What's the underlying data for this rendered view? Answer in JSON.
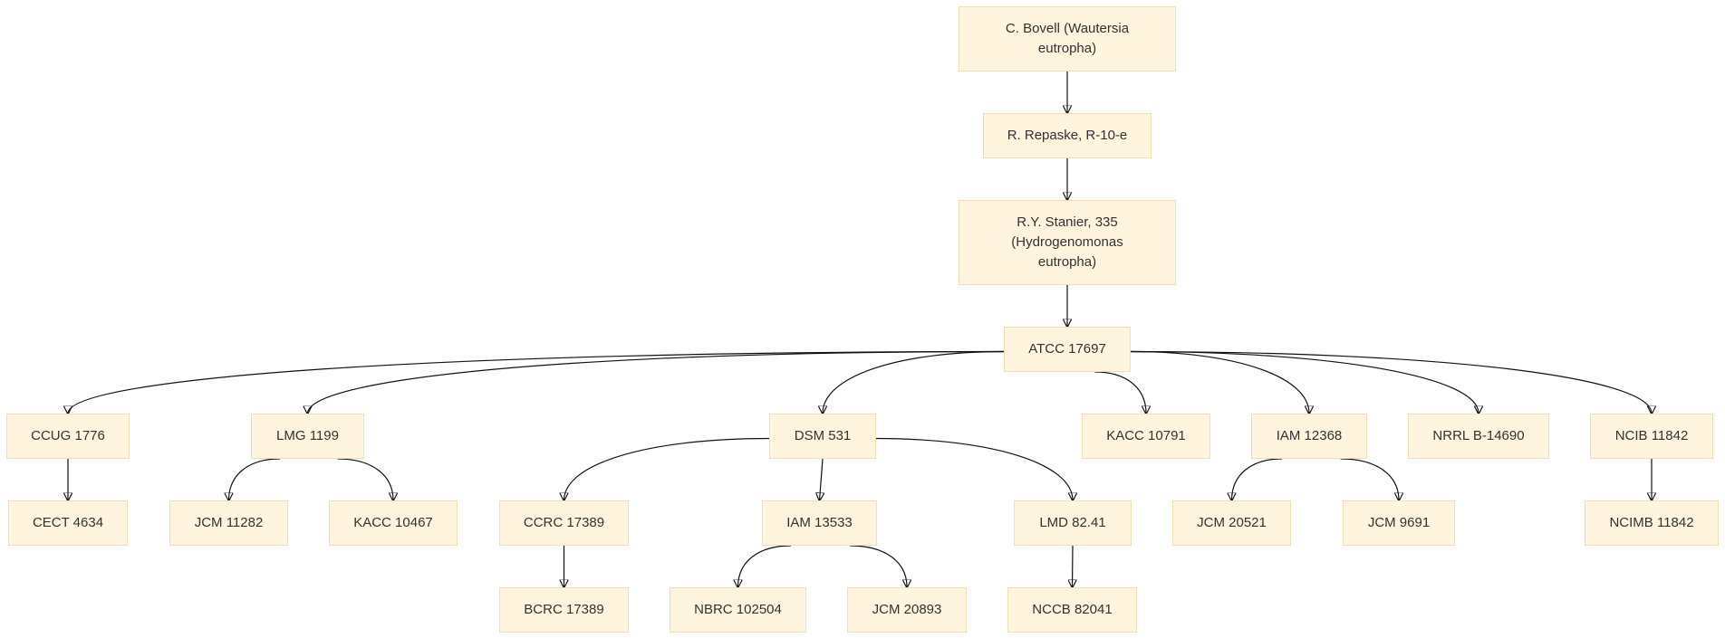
{
  "nodes": {
    "bovell": "C. Bovell (Wautersia eutropha)",
    "repaske": "R. Repaske, R-10-e",
    "stanier": "R.Y. Stanier, 335 (Hydrogenomonas eutropha)",
    "atcc": "ATCC 17697",
    "ccug": "CCUG 1776",
    "lmg": "LMG 1199",
    "dsm": "DSM 531",
    "kacc10791": "KACC 10791",
    "iam12368": "IAM 12368",
    "nrrl": "NRRL B-14690",
    "ncib": "NCIB 11842",
    "cect": "CECT 4634",
    "jcm11282": "JCM 11282",
    "kacc10467": "KACC 10467",
    "ccrc": "CCRC 17389",
    "iam13533": "IAM 13533",
    "lmd": "LMD 82.41",
    "jcm20521": "JCM 20521",
    "jcm9691": "JCM 9691",
    "ncimb": "NCIMB 11842",
    "bcrc": "BCRC 17389",
    "nbrc": "NBRC 102504",
    "jcm20893": "JCM 20893",
    "nccb": "NCCB 82041"
  },
  "edges": [
    [
      "bovell",
      "repaske"
    ],
    [
      "repaske",
      "stanier"
    ],
    [
      "stanier",
      "atcc"
    ],
    [
      "atcc",
      "ccug"
    ],
    [
      "atcc",
      "lmg"
    ],
    [
      "atcc",
      "dsm"
    ],
    [
      "atcc",
      "kacc10791"
    ],
    [
      "atcc",
      "iam12368"
    ],
    [
      "atcc",
      "nrrl"
    ],
    [
      "atcc",
      "ncib"
    ],
    [
      "ccug",
      "cect"
    ],
    [
      "lmg",
      "jcm11282"
    ],
    [
      "lmg",
      "kacc10467"
    ],
    [
      "dsm",
      "ccrc"
    ],
    [
      "dsm",
      "iam13533"
    ],
    [
      "dsm",
      "lmd"
    ],
    [
      "iam12368",
      "jcm20521"
    ],
    [
      "iam12368",
      "jcm9691"
    ],
    [
      "ncib",
      "ncimb"
    ],
    [
      "ccrc",
      "bcrc"
    ],
    [
      "iam13533",
      "nbrc"
    ],
    [
      "iam13533",
      "jcm20893"
    ],
    [
      "lmd",
      "nccb"
    ]
  ],
  "colors": {
    "node_fill": "#fff4dd",
    "node_border": "#f0dfb4",
    "edge": "#111111",
    "text": "#333333"
  }
}
